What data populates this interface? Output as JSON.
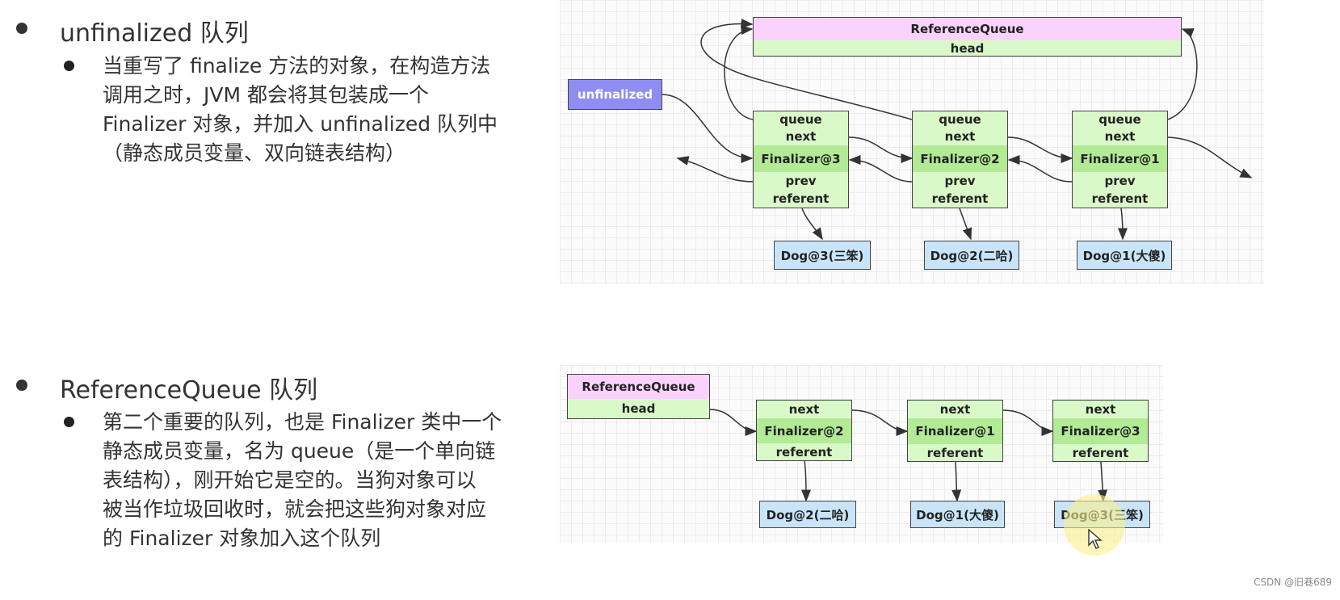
{
  "sections": [
    {
      "title": "unfinalized 队列",
      "paragraph_lines": [
        "当重写了 finalize 方法的对象，在构造方法",
        "调用之时，JVM 都会将其包装成一个",
        "Finalizer 对象，并加入 unfinalized 队列中",
        "（静态成员变量、双向链表结构）"
      ]
    },
    {
      "title": "ReferenceQueue 队列",
      "paragraph_lines": [
        "第二个重要的队列，也是 Finalizer 类中一个",
        "静态成员变量，名为 queue（是一个单向链",
        "表结构），刚开始它是空的。当狗对象可以",
        "被当作垃圾回收时，就会把这些狗对象对应",
        "的 Finalizer 对象加入这个队列"
      ]
    }
  ],
  "diagram1": {
    "refqueue": {
      "name": "ReferenceQueue",
      "field": "head"
    },
    "unfinalized_label": "unfinalized",
    "nodes": [
      {
        "queue": "queue",
        "next": "next",
        "name": "Finalizer@3",
        "prev": "prev",
        "referent": "referent",
        "dog": "Dog@3(三笨)"
      },
      {
        "queue": "queue",
        "next": "next",
        "name": "Finalizer@2",
        "prev": "prev",
        "referent": "referent",
        "dog": "Dog@2(二哈)"
      },
      {
        "queue": "queue",
        "next": "next",
        "name": "Finalizer@1",
        "prev": "prev",
        "referent": "referent",
        "dog": "Dog@1(大傻)"
      }
    ]
  },
  "diagram2": {
    "refqueue": {
      "name": "ReferenceQueue",
      "field": "head"
    },
    "nodes": [
      {
        "next": "next",
        "name": "Finalizer@2",
        "referent": "referent",
        "dog": "Dog@2(二哈)"
      },
      {
        "next": "next",
        "name": "Finalizer@1",
        "referent": "referent",
        "dog": "Dog@1(大傻)"
      },
      {
        "next": "next",
        "name": "Finalizer@3",
        "referent": "referent",
        "dog": "Dog@3(三笨)"
      }
    ]
  },
  "watermark": "CSDN @旧巷689",
  "colors": {
    "node_field": "#d9f9c9",
    "node_name": "#b3ea95",
    "refqueue": "#fbd2fb",
    "dog": "#c9e4f8",
    "unfinalized": "#8e8ef2"
  }
}
